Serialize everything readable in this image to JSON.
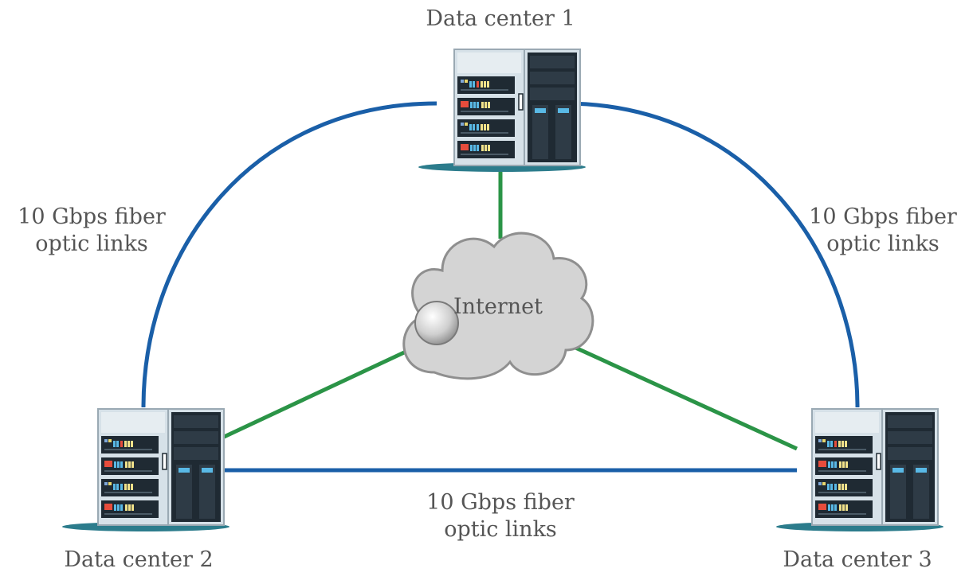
{
  "nodes": {
    "dc1": {
      "label": "Data center 1"
    },
    "dc2": {
      "label": "Data center 2"
    },
    "dc3": {
      "label": "Data center 3"
    },
    "internet": {
      "label": "Internet"
    }
  },
  "links": {
    "left_label": [
      "10 Gbps fiber",
      "optic links"
    ],
    "right_label": [
      "10 Gbps fiber",
      "optic links"
    ],
    "bottom_label": [
      "10 Gbps fiber",
      "optic links"
    ]
  },
  "colors": {
    "fiber_link": "#1a5fa8",
    "internet_link": "#2b9447",
    "cloud_fill": "#d4d4d4",
    "cloud_stroke": "#8f8f8f",
    "rack_body": "#d6e1e8",
    "rack_dark": "#1f2a33",
    "rack_base": "#2c7c8c",
    "label_text": "#555555"
  }
}
